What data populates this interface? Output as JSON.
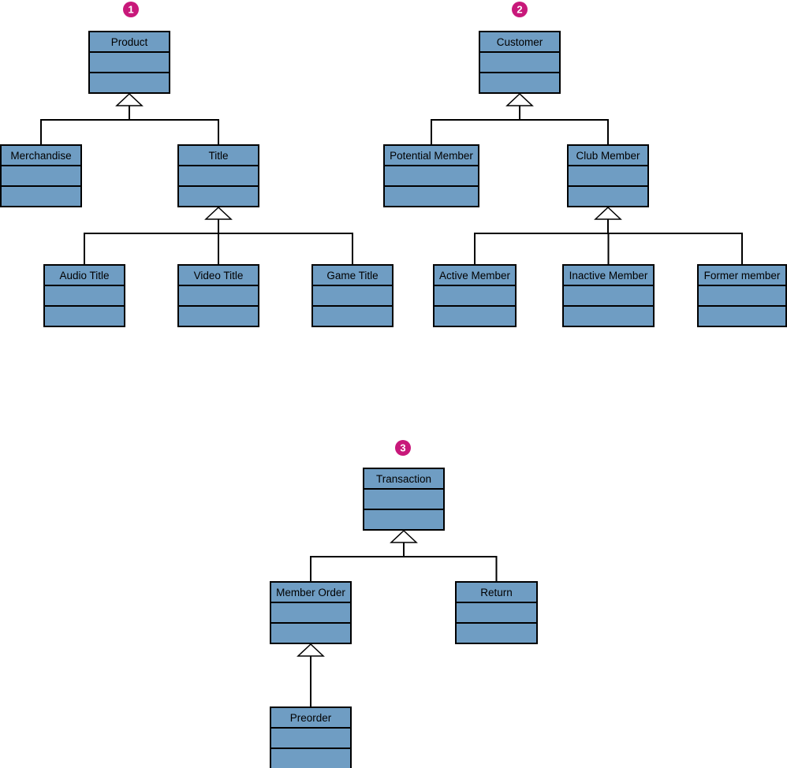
{
  "colors": {
    "class_fill": "#6f9dc3",
    "class_stroke": "#000000",
    "connector": "#000000",
    "badge_fill": "#c8187a",
    "badge_text": "#ffffff"
  },
  "hierarchies": [
    {
      "badge": "1",
      "classes": [
        {
          "id": "product",
          "name": "Product"
        },
        {
          "id": "merchandise",
          "name": "Merchandise"
        },
        {
          "id": "title",
          "name": "Title"
        },
        {
          "id": "audio-title",
          "name": "Audio Title"
        },
        {
          "id": "video-title",
          "name": "Video Title"
        },
        {
          "id": "game-title",
          "name": "Game Title"
        }
      ],
      "generalizations": [
        {
          "parent": "product",
          "children": [
            "merchandise",
            "title"
          ]
        },
        {
          "parent": "title",
          "children": [
            "audio-title",
            "video-title",
            "game-title"
          ]
        }
      ]
    },
    {
      "badge": "2",
      "classes": [
        {
          "id": "customer",
          "name": "Customer"
        },
        {
          "id": "potential-member",
          "name": "Potential Member"
        },
        {
          "id": "club-member",
          "name": "Club Member"
        },
        {
          "id": "active-member",
          "name": "Active Member"
        },
        {
          "id": "inactive-member",
          "name": "Inactive Member"
        },
        {
          "id": "former-member",
          "name": "Former member"
        }
      ],
      "generalizations": [
        {
          "parent": "customer",
          "children": [
            "potential-member",
            "club-member"
          ]
        },
        {
          "parent": "club-member",
          "children": [
            "active-member",
            "inactive-member",
            "former-member"
          ]
        }
      ]
    },
    {
      "badge": "3",
      "classes": [
        {
          "id": "transaction",
          "name": "Transaction"
        },
        {
          "id": "member-order",
          "name": "Member Order"
        },
        {
          "id": "return",
          "name": "Return"
        },
        {
          "id": "preorder",
          "name": "Preorder"
        }
      ],
      "generalizations": [
        {
          "parent": "transaction",
          "children": [
            "member-order",
            "return"
          ]
        },
        {
          "parent": "member-order",
          "children": [
            "preorder"
          ]
        }
      ]
    }
  ]
}
